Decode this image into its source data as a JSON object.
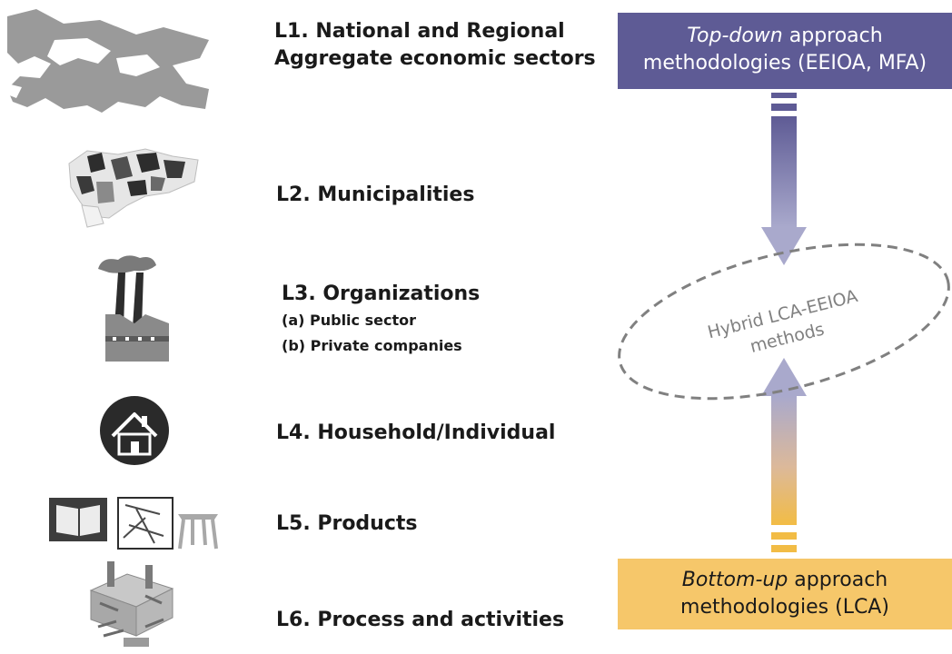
{
  "levels": [
    {
      "id": "L1",
      "line1": "L1. National and Regional",
      "line2": "Aggregate economic sectors",
      "icon": "mediterranean-map-icon"
    },
    {
      "id": "L2",
      "label": "L2. Municipalities",
      "icon": "municipality-map-icon"
    },
    {
      "id": "L3",
      "label": "L3. Organizations",
      "subitems": [
        "(a) Public sector",
        "(b) Private companies"
      ],
      "icon": "factory-icon"
    },
    {
      "id": "L4",
      "label": "L4. Household/Individual",
      "icon": "house-icon"
    },
    {
      "id": "L5",
      "label": "L5. Products",
      "icon": "products-icon"
    },
    {
      "id": "L6",
      "label": "L6. Process and activities",
      "icon": "process-plant-icon"
    }
  ],
  "top_box": {
    "emphasis": "Top-down",
    "rest": " approach",
    "line2": "methodologies (EEIOA, MFA)",
    "color": "#5e5b95"
  },
  "bottom_box": {
    "emphasis": "Bottom-up",
    "rest": " approach",
    "line2": "methodologies (LCA)",
    "color": "#f6c76a"
  },
  "hybrid": {
    "line1": "Hybrid LCA-EEIOA",
    "line2": "methods"
  },
  "colors": {
    "arrow_top": "#5e5b95",
    "arrow_mid": "#a9a9cc",
    "arrow_bottom": "#f2bc45",
    "ellipse_stroke": "#808080",
    "label_text": "#1a1a1a"
  }
}
